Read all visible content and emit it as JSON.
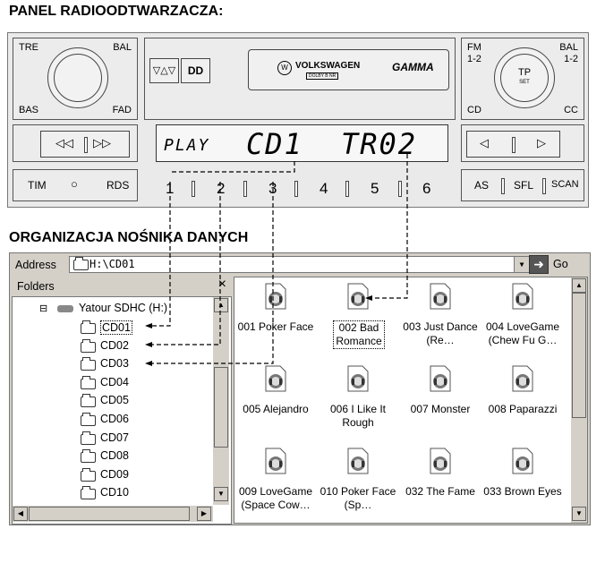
{
  "headings": {
    "panel": "PANEL RADIOODTWARZACZA:",
    "organization": "ORGANIZACJA NOŚNIKA DANYCH"
  },
  "radio": {
    "left_knob_labels": {
      "top_left": "TRE",
      "top_right": "BAL",
      "bottom_left": "BAS",
      "bottom_right": "FAD"
    },
    "right_knob_labels": {
      "top_left": "FM\n1-2",
      "top_right": "BAL\n1-2",
      "bottom_left": "CD",
      "bottom_right": "CC"
    },
    "right_knob": {
      "line1": "TP",
      "line2": "SET"
    },
    "brand": {
      "name": "VOLKSWAGEN",
      "model": "GAMMA",
      "badge": "DOLBY B NR"
    },
    "display": {
      "mode": "PLAY",
      "disc": "CD1",
      "track": "TR02"
    },
    "buttons": {
      "tim": "TIM",
      "circle": "○",
      "rds": "RDS",
      "as": "AS",
      "sfl": "SFL",
      "scan": "SCAN"
    },
    "transport": {
      "rewind": "◁◁",
      "forward": "▷▷",
      "prev": "◁",
      "next": "▷",
      "dolby": "DD",
      "tape": "▽△▽"
    },
    "presets": [
      "1",
      "2",
      "3",
      "4",
      "5",
      "6"
    ]
  },
  "explorer": {
    "address_label": "Address",
    "address_value": "H:\\CD01",
    "go_label": "Go",
    "folders_title": "Folders",
    "close": "×",
    "drive": "Yatour SDHC (H:)",
    "tree_expander": "⊟",
    "folders": [
      "CD01",
      "CD02",
      "CD03",
      "CD04",
      "CD05",
      "CD06",
      "CD07",
      "CD08",
      "CD09",
      "CD10"
    ],
    "files": [
      "001 Poker Face",
      "002 Bad Romance",
      "003 Just Dance (Re…",
      "004 LoveGame (Chew Fu G…",
      "005 Alejandro",
      "006 I Like It Rough",
      "007 Monster",
      "008 Paparazzi",
      "009 LoveGame (Space Cow…",
      "010 Poker Face (Sp…",
      "032 The Fame",
      "033 Brown Eyes"
    ]
  }
}
